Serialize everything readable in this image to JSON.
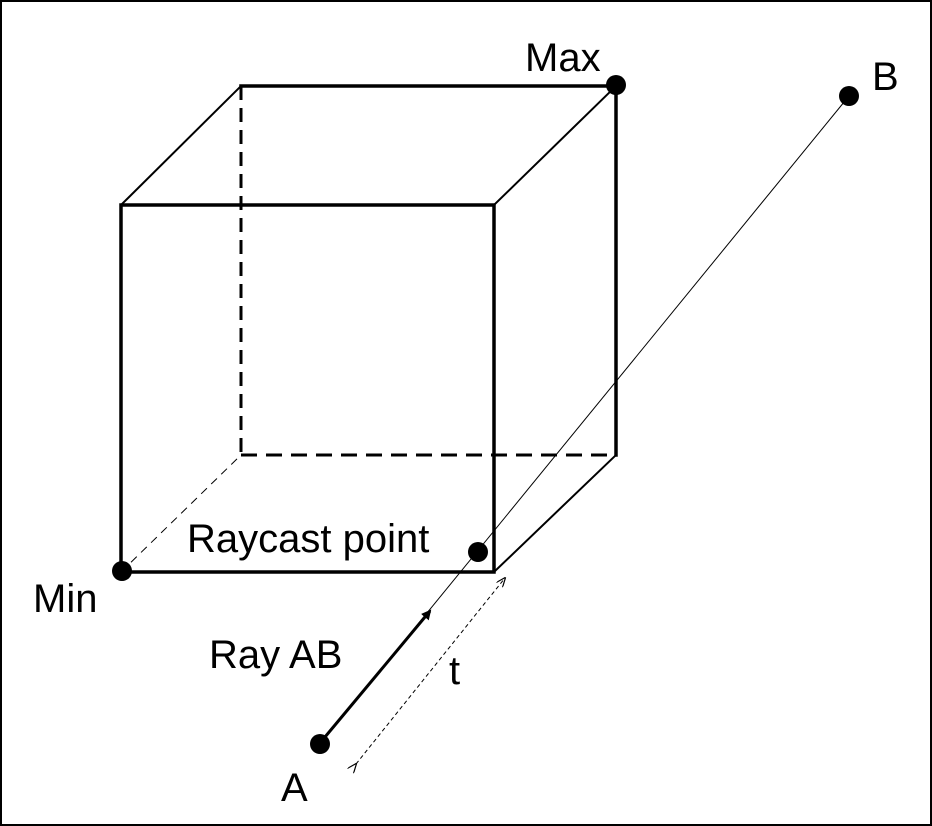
{
  "diagram": {
    "labels": {
      "max": "Max",
      "min": "Min",
      "b": "B",
      "a": "A",
      "raycast_point": "Raycast point",
      "ray_ab": "Ray AB",
      "t": "t"
    },
    "colors": {
      "stroke": "#000000",
      "background": "#ffffff"
    }
  }
}
